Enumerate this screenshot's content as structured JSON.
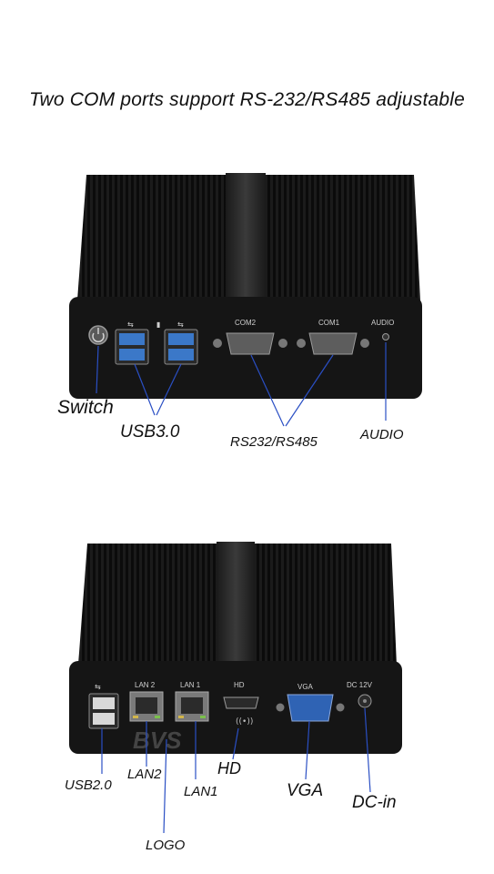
{
  "heading": "Two COM ports support RS-232/RS485 adjustable",
  "front": {
    "panel_labels": {
      "com2": "COM2",
      "com1": "COM1",
      "audio": "AUDIO"
    },
    "callouts": {
      "switch": "Switch",
      "usb3": "USB3.0",
      "rs232": "RS232/RS485",
      "audio": "AUDIO"
    }
  },
  "rear": {
    "panel_labels": {
      "lan2": "LAN 2",
      "lan1": "LAN 1",
      "hd": "HD",
      "vga": "VGA",
      "dc": "DC 12V"
    },
    "callouts": {
      "usb2": "USB2.0",
      "lan2": "LAN2",
      "lan1": "LAN1",
      "hd": "HD",
      "vga": "VGA",
      "dcin": "DC-in",
      "logo": "LOGO"
    }
  },
  "colors": {
    "chassis": "#151515",
    "usb3_blue": "#3b78c8",
    "vga_blue": "#2f63b4",
    "ports": "#6a6a6a"
  }
}
